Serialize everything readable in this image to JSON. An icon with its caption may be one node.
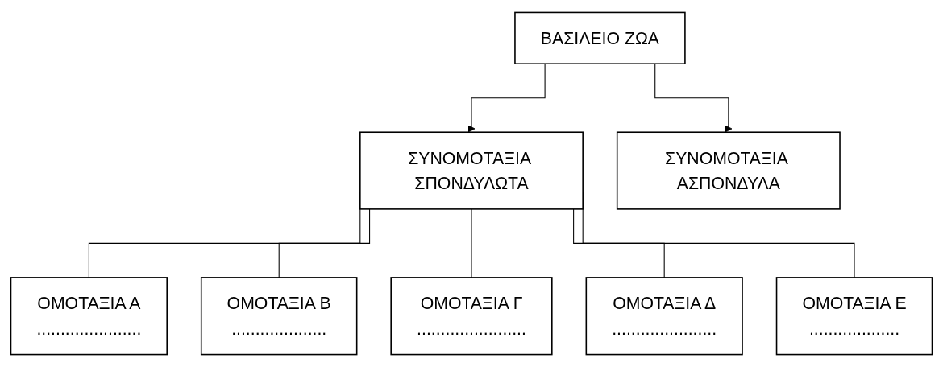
{
  "diagram": {
    "nodes": [
      {
        "text": [
          "ΒΑΣΙΛΕΙΟ ΖΩΑ"
        ]
      },
      {
        "text": [
          "ΣΥΝΟΜΟΤΑΞΙΑ ΣΠΟΝΔΥΛΩΤΑ"
        ]
      },
      {
        "text": [
          "ΣΥΝΟΜΟΤΑΞΙΑ ΑΣΠΟΝΔΥΛΑ"
        ]
      },
      {
        "text": [
          "ΟΜΟΤΑΞΙΑ Α",
          "......................"
        ]
      },
      {
        "text": [
          "ΟΜΟΤΑΞΙΑ Β",
          "...................."
        ]
      },
      {
        "text": [
          "ΟΜΟΤΑΞΙΑ Γ",
          "......................."
        ]
      },
      {
        "text": [
          "ΟΜΟΤΑΞΙΑ Δ",
          "......................"
        ]
      },
      {
        "text": [
          "ΟΜΟΤΑΞΙΑ Ε",
          "..................."
        ]
      }
    ],
    "edges": [
      {
        "from": 0,
        "to": 1,
        "arrow": "to"
      },
      {
        "from": 0,
        "to": 2,
        "arrow": "to"
      },
      {
        "from": 1,
        "to": 3,
        "arrow": "none"
      },
      {
        "from": 1,
        "to": 4,
        "arrow": "none"
      },
      {
        "from": 1,
        "to": 5,
        "arrow": "none"
      },
      {
        "from": 1,
        "to": 6,
        "arrow": "none"
      },
      {
        "from": 1,
        "to": 7,
        "arrow": "none"
      }
    ]
  }
}
